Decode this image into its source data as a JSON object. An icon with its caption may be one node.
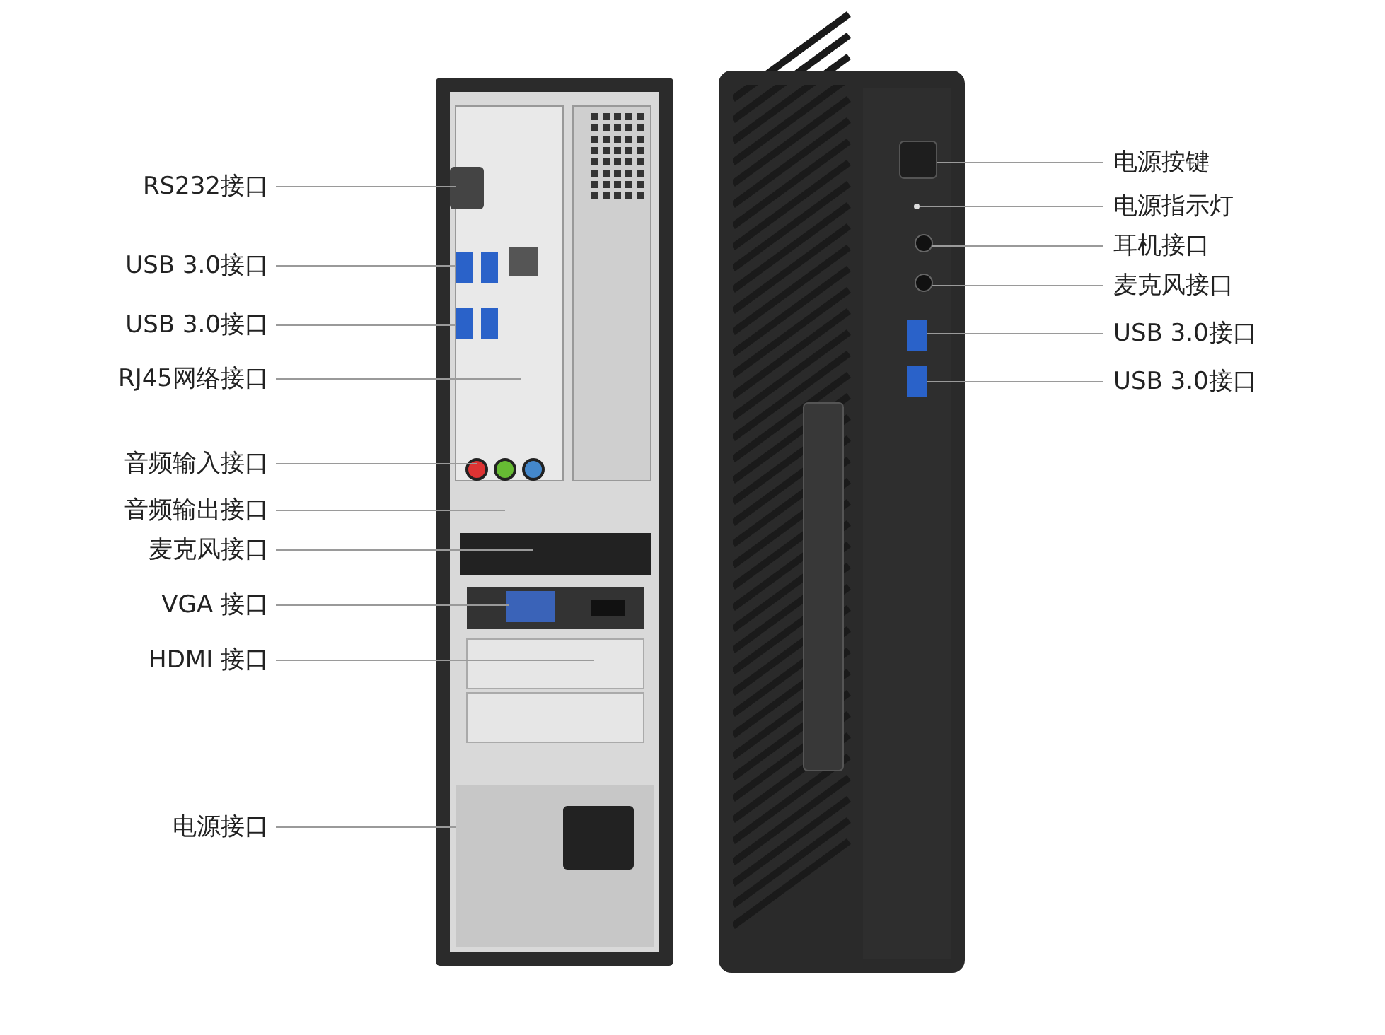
{
  "diagram": {
    "nodes": [
      {
        "text": [
          "RS232接口"
        ]
      },
      {
        "text": [
          "USB 3.0接口"
        ]
      },
      {
        "text": [
          "USB 3.0接口"
        ]
      },
      {
        "text": [
          "RJ45网络接口"
        ]
      },
      {
        "text": [
          "音频输入接口"
        ]
      },
      {
        "text": [
          "音频输出接口"
        ]
      },
      {
        "text": [
          "麦克风接口"
        ]
      },
      {
        "text": [
          "VGA 接口"
        ]
      },
      {
        "text": [
          "HDMI 接口"
        ]
      },
      {
        "text": [
          "电源接口"
        ]
      },
      {
        "text": [
          "电源按键"
        ]
      },
      {
        "text": [
          "电源指示灯"
        ]
      },
      {
        "text": [
          "耳机接口"
        ]
      },
      {
        "text": [
          "麦克风接口"
        ]
      },
      {
        "text": [
          "USB 3.0接口"
        ]
      },
      {
        "text": [
          "USB 3.0接口"
        ]
      }
    ],
    "edges": [
      {
        "from": 0,
        "to": null,
        "arrow": "none"
      },
      {
        "from": 1,
        "to": null,
        "arrow": "none"
      },
      {
        "from": 2,
        "to": null,
        "arrow": "none"
      },
      {
        "from": 3,
        "to": null,
        "arrow": "none"
      },
      {
        "from": 4,
        "to": null,
        "arrow": "none"
      },
      {
        "from": 5,
        "to": null,
        "arrow": "none"
      },
      {
        "from": 6,
        "to": null,
        "arrow": "none"
      },
      {
        "from": 7,
        "to": null,
        "arrow": "none"
      },
      {
        "from": 8,
        "to": null,
        "arrow": "none"
      },
      {
        "from": 9,
        "to": null,
        "arrow": "none"
      },
      {
        "from": 10,
        "to": null,
        "arrow": "none"
      },
      {
        "from": 11,
        "to": null,
        "arrow": "none"
      },
      {
        "from": 12,
        "to": null,
        "arrow": "none"
      },
      {
        "from": 13,
        "to": null,
        "arrow": "none"
      },
      {
        "from": 14,
        "to": null,
        "arrow": "none"
      },
      {
        "from": 15,
        "to": null,
        "arrow": "none"
      }
    ]
  }
}
